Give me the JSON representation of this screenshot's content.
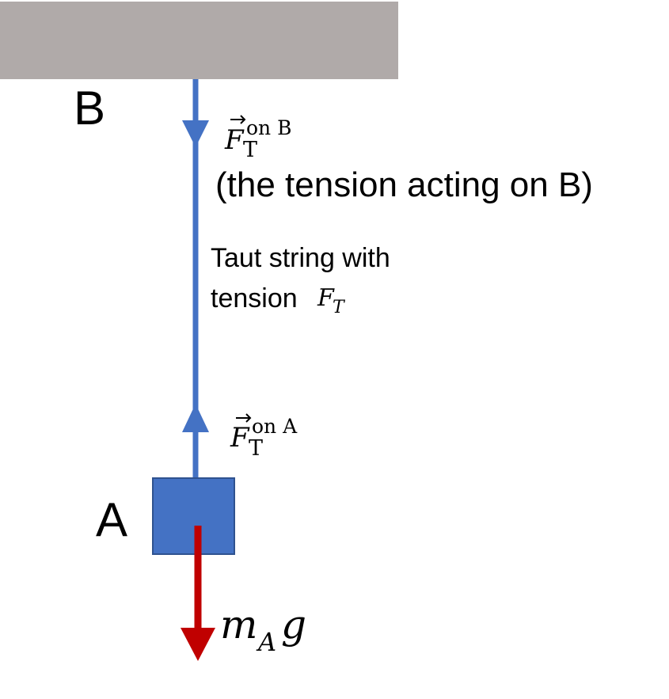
{
  "labels": {
    "point_b": "B",
    "point_a": "A",
    "tension_b_symbol": "F",
    "tension_b_subscript": "T",
    "tension_b_superscript": "on B",
    "tension_b_note": "(the tension acting on B)",
    "string_line1": "Taut string with",
    "string_line2_text": "tension",
    "string_line2_symbol": "F",
    "string_line2_subscript": "T",
    "tension_a_symbol": "F",
    "tension_a_subscript": "T",
    "tension_a_superscript": "on A",
    "weight_symbol_m": "m",
    "weight_subscript": "A",
    "weight_symbol_g": "g"
  },
  "colors": {
    "ceiling": "#b0aaa9",
    "string": "#4472c4",
    "block": "#4472c4",
    "block_border": "#2f528f",
    "gravity": "#c00000"
  }
}
